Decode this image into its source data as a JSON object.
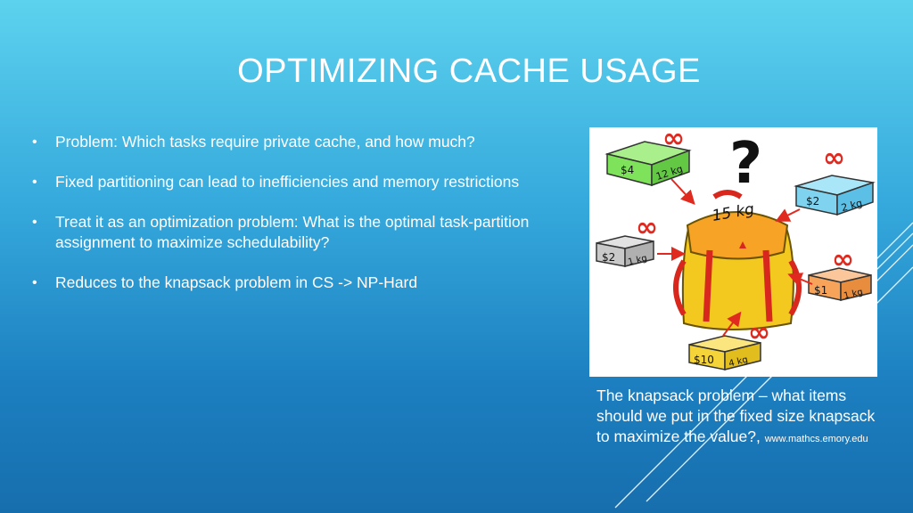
{
  "slide": {
    "title": "OPTIMIZING CACHE USAGE",
    "bullets": [
      "Problem: Which tasks require private cache, and how much?",
      "Fixed partitioning can lead to inefficiencies and memory restrictions",
      "Treat it as an optimization problem: What is the optimal task-partition assignment to maximize schedulability?",
      "Reduces to the knapsack problem in CS -> NP-Hard"
    ],
    "bullet_marker": "•",
    "caption": {
      "text": "The knapsack problem – what items should we put in the fixed size knapsack to maximize the value?,",
      "source": "www.mathcs.emory.edu"
    }
  },
  "illustration": {
    "question_mark": "?",
    "bag_label": "15 kg",
    "infinity_symbol": "∞",
    "items": [
      {
        "name": "green",
        "price": "$4",
        "weight": "12 kg",
        "color": "#7ee35a"
      },
      {
        "name": "blue",
        "price": "$2",
        "weight": "2 kg",
        "color": "#7fd3ef"
      },
      {
        "name": "gray",
        "price": "$2",
        "weight": "1 kg",
        "color": "#c9c9c9"
      },
      {
        "name": "orange",
        "price": "$1",
        "weight": "1 kg",
        "color": "#f7a45a"
      },
      {
        "name": "yellow",
        "price": "$10",
        "weight": "4 kg",
        "color": "#f5d43a"
      }
    ],
    "colors": {
      "bag": "#f3c81f",
      "bag_flap": "#f7a326",
      "strap": "#d8281e",
      "arrow": "#e02a20",
      "infinity": "#e02a20"
    }
  }
}
